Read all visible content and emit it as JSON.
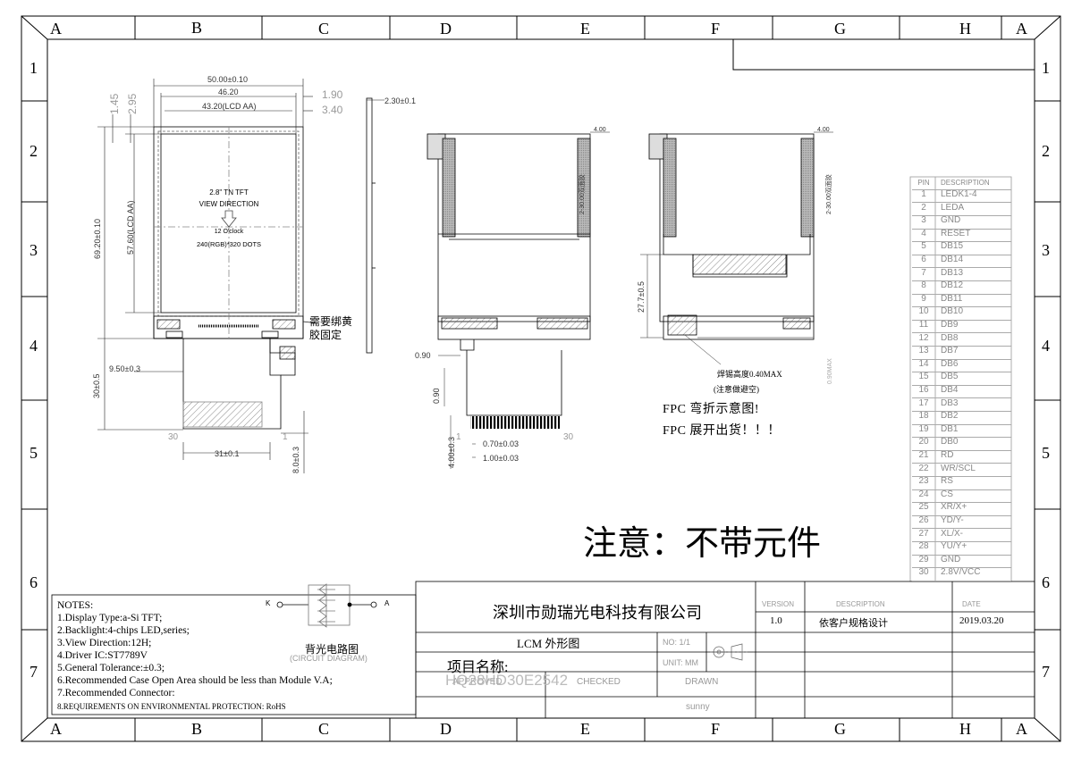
{
  "zones": {
    "columns": [
      "A",
      "B",
      "C",
      "D",
      "E",
      "F",
      "G",
      "H",
      "A"
    ],
    "rows": [
      "1",
      "2",
      "3",
      "4",
      "5",
      "6",
      "7"
    ]
  },
  "front_view": {
    "lcd_text": [
      "2.8\" TN TFT",
      "VIEW DIRECTION",
      "12 O'clock",
      "240(RGB)*320 DOTS"
    ],
    "dims": {
      "outline_w": "50.00±0.10",
      "va_w": "46.20",
      "aa_w": "43.20(LCD AA)",
      "side_190": "1.90",
      "side_340": "3.40",
      "top_145": "1.45",
      "top_295": "2.95",
      "outline_h": "69.20±0.10",
      "aa_h": "57.60(LCD AA)",
      "fpc_offset": "9.50±0.3",
      "fpc_len": "30±0.5",
      "fpc_w": "31±0.1",
      "fpc_tail": "8.0±0.3",
      "pin_30": "30",
      "pin_1": "1"
    },
    "glue_note": [
      "需要绑黄",
      "胶固定"
    ]
  },
  "side_view": {
    "thickness": "2.30±0.1"
  },
  "fpc_detail": {
    "d_090a": "0.90",
    "d_090b": "0.90",
    "d_400": "4.00±0.3",
    "d_070": "0.70±0.03",
    "d_100": "1.00±0.03",
    "pin_30": "30",
    "pin_1": "1",
    "tape_w": "4.00",
    "tape_len": "2-30.00双面胶"
  },
  "fold_view": {
    "tape_w": "4.00",
    "tape_len": "2-30.00双面胶",
    "height": "27.7±0.5",
    "solder_note": "焊锡高度0.40MAX",
    "solder_note2": "(注意做避空)",
    "side_dim": "0.90MAX",
    "fpc_note1": "FPC 弯折示意图!",
    "fpc_note2": "FPC 展开出货！！！"
  },
  "warning": "注意：不带元件",
  "pin_table": {
    "headers": [
      "PIN",
      "DESCRIPTION"
    ],
    "rows": [
      [
        "1",
        "LEDK1-4"
      ],
      [
        "2",
        "LEDA"
      ],
      [
        "3",
        "GND"
      ],
      [
        "4",
        "RESET"
      ],
      [
        "5",
        "DB15"
      ],
      [
        "6",
        "DB14"
      ],
      [
        "7",
        "DB13"
      ],
      [
        "8",
        "DB12"
      ],
      [
        "9",
        "DB11"
      ],
      [
        "10",
        "DB10"
      ],
      [
        "11",
        "DB9"
      ],
      [
        "12",
        "DB8"
      ],
      [
        "13",
        "DB7"
      ],
      [
        "14",
        "DB6"
      ],
      [
        "15",
        "DB5"
      ],
      [
        "16",
        "DB4"
      ],
      [
        "17",
        "DB3"
      ],
      [
        "18",
        "DB2"
      ],
      [
        "19",
        "DB1"
      ],
      [
        "20",
        "DB0"
      ],
      [
        "21",
        "RD"
      ],
      [
        "22",
        "WR/SCL"
      ],
      [
        "23",
        "RS"
      ],
      [
        "24",
        "CS"
      ],
      [
        "25",
        "XR/X+"
      ],
      [
        "26",
        "YD/Y-"
      ],
      [
        "27",
        "XL/X-"
      ],
      [
        "28",
        "YU/Y+"
      ],
      [
        "29",
        "GND"
      ],
      [
        "30",
        "2.8V/VCC"
      ]
    ]
  },
  "notes": {
    "title": "NOTES:",
    "lines": [
      "1.Display Type:a-Si TFT;",
      "2.Backlight:4-chips LED,series;",
      "3.View Direction:12H;",
      "4.Driver IC:ST7789V",
      "5.General Tolerance:±0.3;",
      "6.Recommended Case Open Area should be less than Module V.A;",
      "7.Recommended Connector:",
      "8.REQUIREMENTS ON ENVIRONMENTAL PROTECTION: RoHS"
    ]
  },
  "circuit": {
    "k": "K",
    "a": "A",
    "title": "背光电路图",
    "subtitle": "(CIRCUIT DIAGRAM)"
  },
  "title_block": {
    "company": "深圳市勋瑞光电科技有限公司",
    "drawing_name": "LCM  外形图",
    "project_label": "项目名称:",
    "part_number": "HQ28HD30E2542",
    "no_label": "NO: 1/1",
    "unit_label": "UNIT: MM",
    "approved": "APPROVED",
    "checked": "CHECKED",
    "drawn": "DRAWN",
    "drawn_by": "sunny",
    "version_hdr": "VERSION",
    "desc_hdr": "DESCRIPTION",
    "date_hdr": "DATE",
    "version": "1.0",
    "description": "依客户规格设计",
    "date": "2019.03.20"
  }
}
